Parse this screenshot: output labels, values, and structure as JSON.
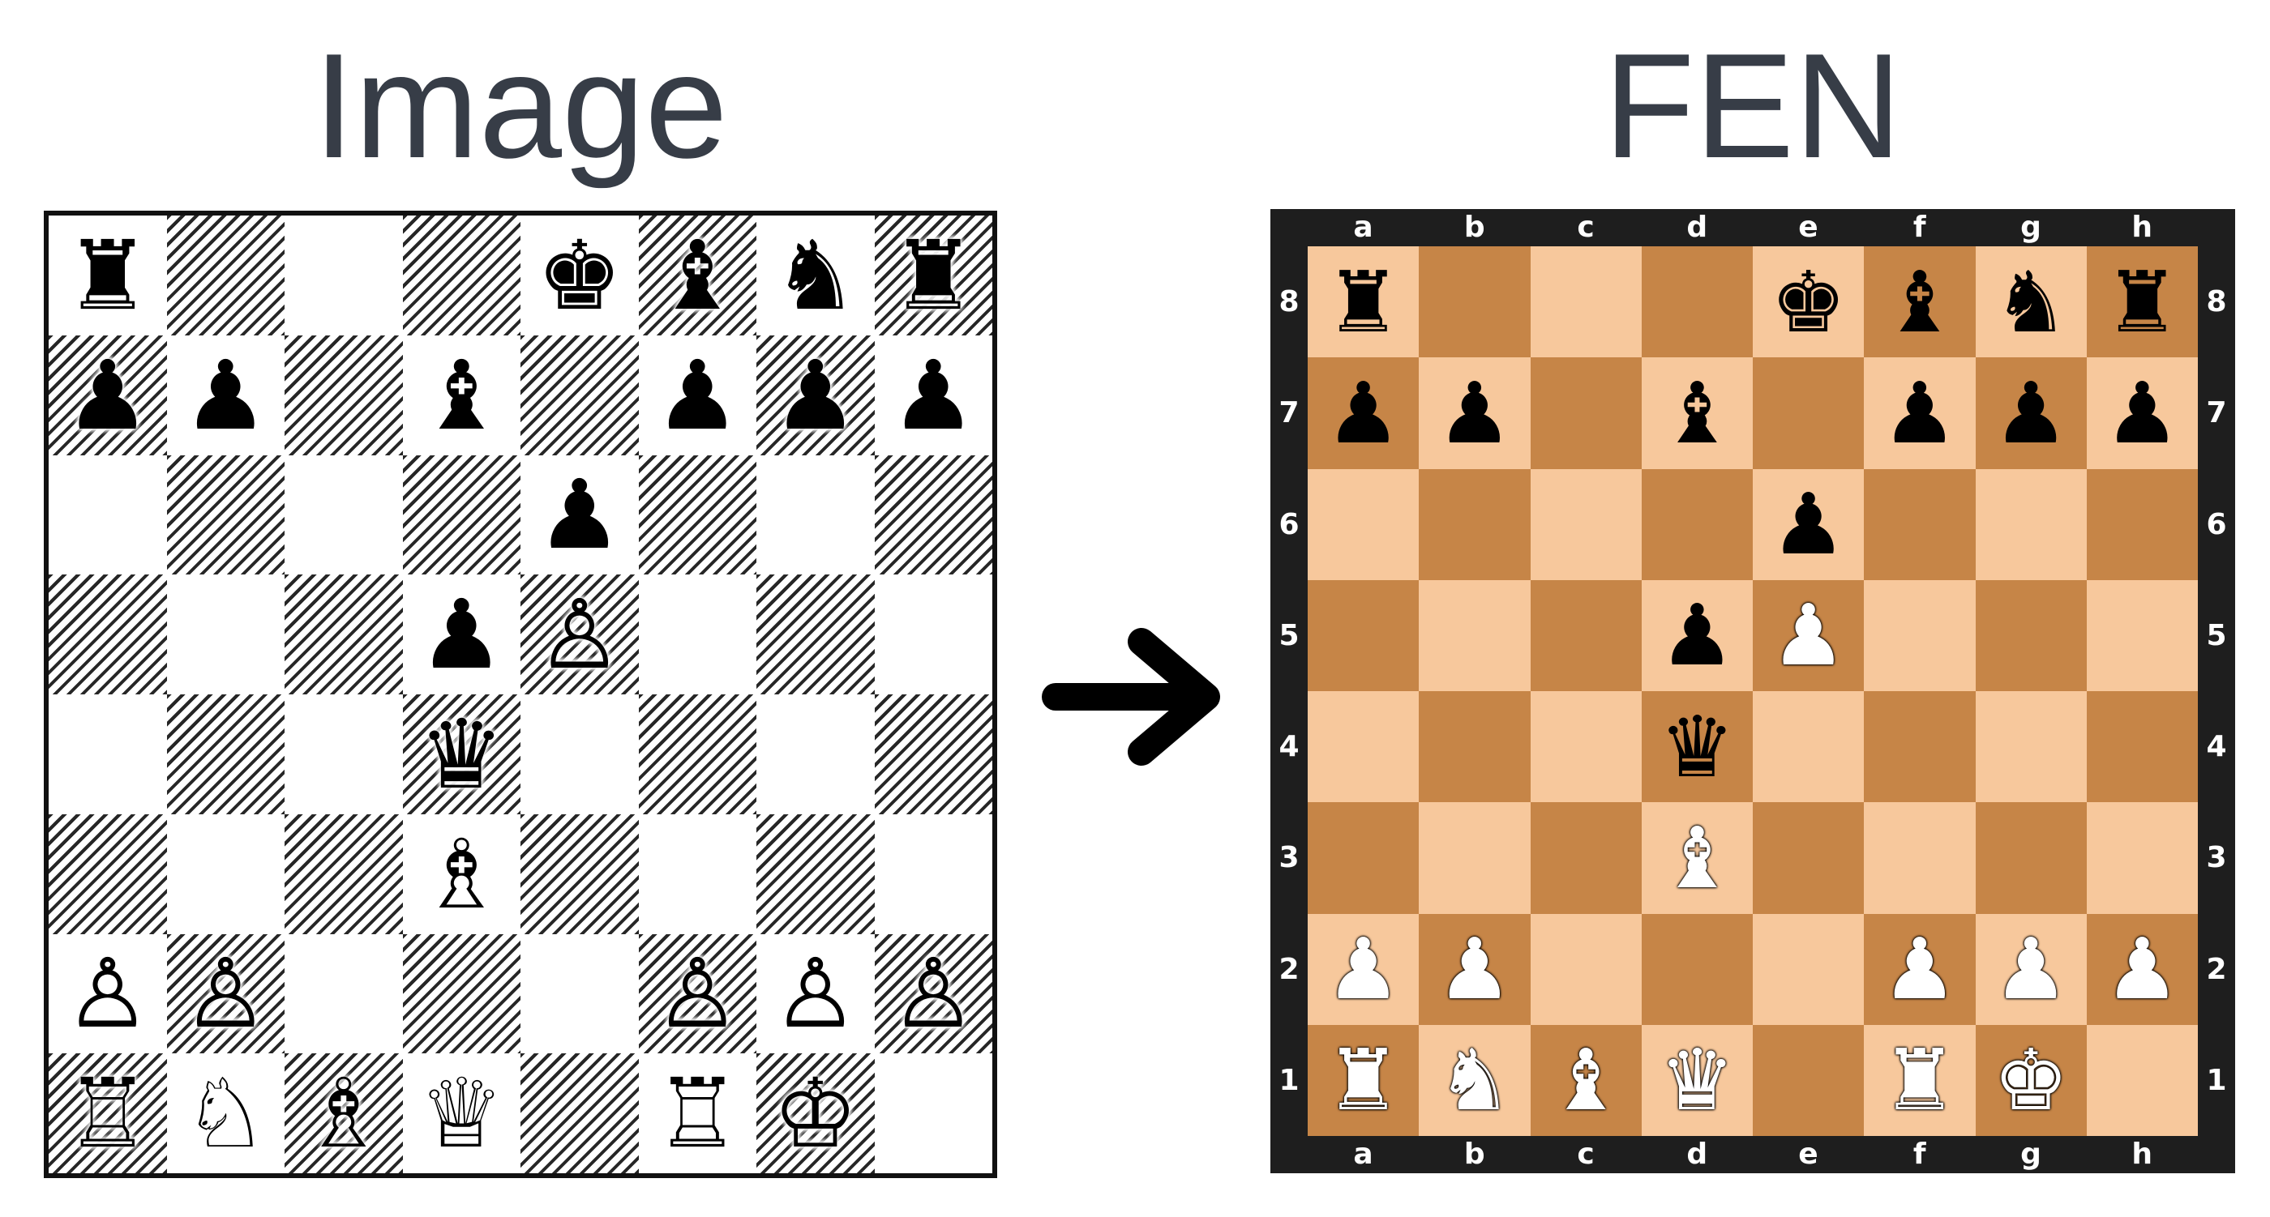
{
  "headings": {
    "left": "Image",
    "right": "FEN"
  },
  "files": [
    "a",
    "b",
    "c",
    "d",
    "e",
    "f",
    "g",
    "h"
  ],
  "ranks": [
    "8",
    "7",
    "6",
    "5",
    "4",
    "3",
    "2",
    "1"
  ],
  "position": [
    [
      "r",
      "",
      "",
      "",
      "k",
      "b",
      "n",
      "r"
    ],
    [
      "p",
      "p",
      "",
      "b",
      "",
      "p",
      "p",
      "p"
    ],
    [
      "",
      "",
      "",
      "",
      "p",
      "",
      "",
      ""
    ],
    [
      "",
      "",
      "",
      "p",
      "P",
      "",
      "",
      ""
    ],
    [
      "",
      "",
      "",
      "q",
      "",
      "",
      "",
      ""
    ],
    [
      "",
      "",
      "",
      "B",
      "",
      "",
      "",
      ""
    ],
    [
      "P",
      "P",
      "",
      "",
      "",
      "P",
      "P",
      "P"
    ],
    [
      "R",
      "N",
      "B",
      "Q",
      "",
      "R",
      "K",
      ""
    ]
  ],
  "colors": {
    "heading": "#373d47",
    "light_square": "#f7c89c",
    "dark_square": "#c68547",
    "board_frame": "#1e1e1e",
    "arrow": "#000000"
  },
  "icons": {
    "arrow": "right-arrow-icon"
  }
}
